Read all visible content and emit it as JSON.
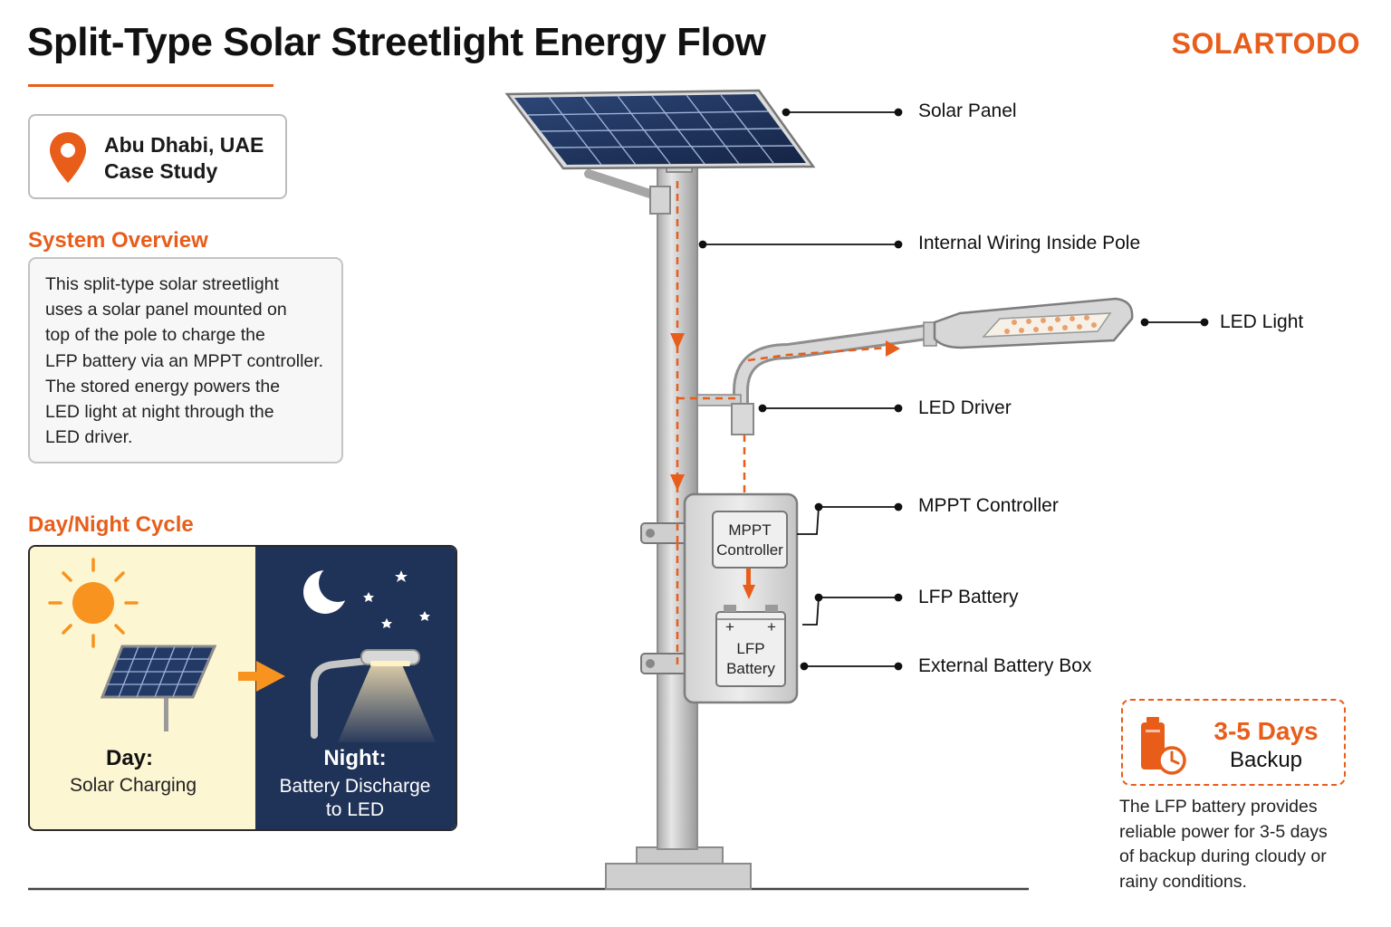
{
  "header": {
    "title": "Split-Type Solar Streetlight Energy Flow",
    "brand": "SOLARTODO"
  },
  "location": {
    "line1": "Abu Dhabi, UAE",
    "line2": "Case Study",
    "icon": "location-pin-icon"
  },
  "overview": {
    "heading": "System Overview",
    "lines": [
      "This split-type solar streetlight",
      "uses a solar panel mounted on",
      "top of the pole to charge the",
      "LFP battery via an MPPT controller.",
      "The stored energy powers the",
      "LED light at night through the",
      "LED driver."
    ]
  },
  "cycle": {
    "heading": "Day/Night Cycle",
    "day_label": "Day:",
    "day_sub": "Solar Charging",
    "night_label": "Night:",
    "night_sub_1": "Battery Discharge",
    "night_sub_2": "to LED"
  },
  "callouts": {
    "solar_panel": "Solar Panel",
    "internal_wiring": "Internal Wiring Inside Pole",
    "led_light": "LED Light",
    "led_driver": "LED Driver",
    "mppt_controller": "MPPT Controller",
    "lfp_battery": "LFP Battery",
    "external_box": "External Battery Box"
  },
  "box_labels": {
    "mppt_1": "MPPT",
    "mppt_2": "Controller",
    "battery_1": "LFP",
    "battery_2": "Battery",
    "plus": "+"
  },
  "backup": {
    "title": "3-5 Days",
    "subtitle": "Backup",
    "description_lines": [
      "The LFP battery provides",
      "reliable power for 3-5 days",
      "of backup during cloudy or",
      "rainy conditions."
    ]
  },
  "colors": {
    "accent": "#e85d1a",
    "night": "#1f3257",
    "day": "#fdf6d3"
  }
}
